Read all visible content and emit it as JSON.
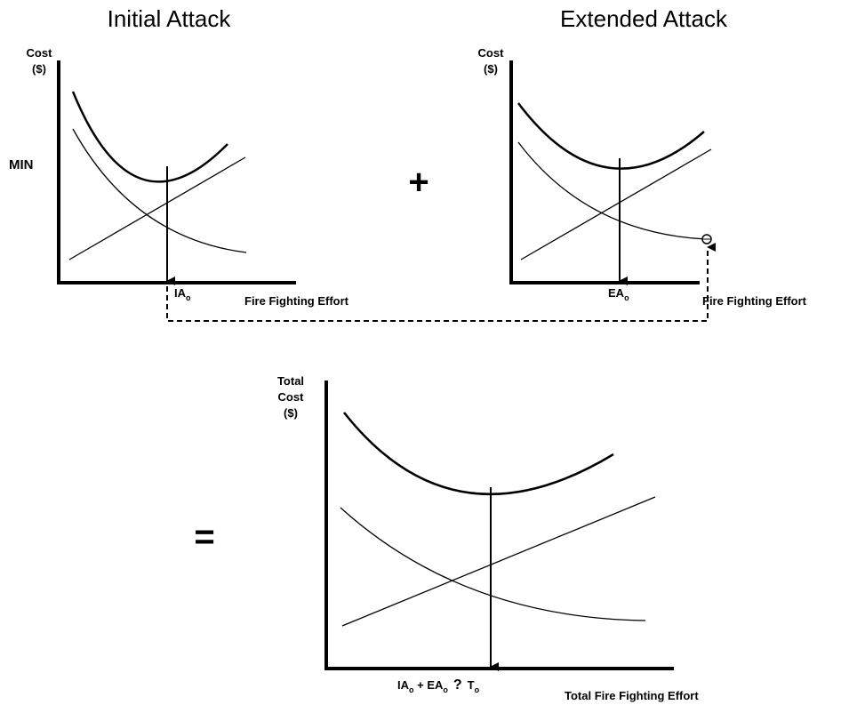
{
  "initial_attack": {
    "title": "Initial Attack",
    "ylabel_line1": "Cost",
    "ylabel_line2": "($)",
    "min_label": "MIN",
    "x_marker_main": "IA",
    "x_marker_sub": "o",
    "xlabel": "Fire Fighting Effort"
  },
  "plus_sign": "+",
  "extended_attack": {
    "title": "Extended Attack",
    "ylabel_line1": "Cost",
    "ylabel_line2": "($)",
    "x_marker_main": "EA",
    "x_marker_sub": "o",
    "xlabel": "Fire Fighting Effort"
  },
  "equals_sign": "=",
  "total": {
    "ylabel_line1": "Total",
    "ylabel_line2": "Cost",
    "ylabel_line3": "($)",
    "eq_part1": "IA",
    "eq_sub1": "o",
    "eq_part2": " + EA",
    "eq_sub2": "o",
    "eq_symbol": "?",
    "eq_part3": "T",
    "eq_sub3": "o",
    "xlabel": "Total Fire Fighting Effort"
  }
}
